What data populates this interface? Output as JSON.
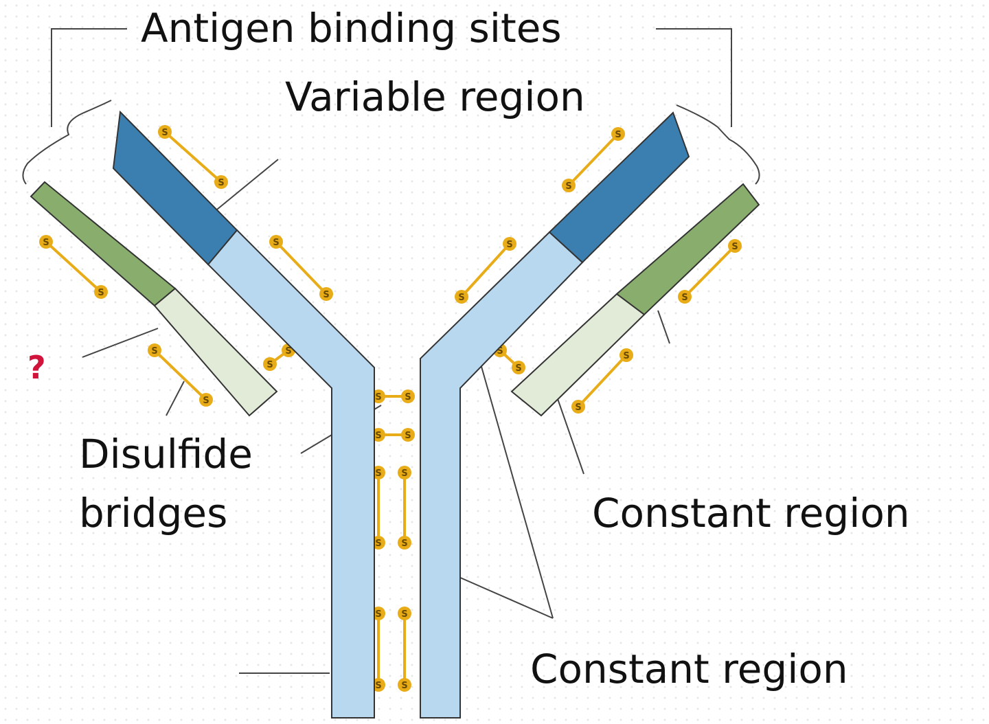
{
  "labels": {
    "antigen_binding_sites": "Antigen binding sites",
    "variable_region": "Variable region",
    "disulfide_bridges_line1": "Disulfide",
    "disulfide_bridges_line2": "bridges",
    "constant_region_light": "Constant region",
    "constant_region_heavy": "Constant region",
    "unknown_marker": "?"
  },
  "sulfur_symbol": "S",
  "colors": {
    "heavy_variable": "#3a7fb0",
    "heavy_constant": "#b8d8f0",
    "light_variable": "#88ad6c",
    "light_constant": "#e2ead8",
    "disulfide_bond": "#e7ac18",
    "question_mark": "#d0143c"
  }
}
